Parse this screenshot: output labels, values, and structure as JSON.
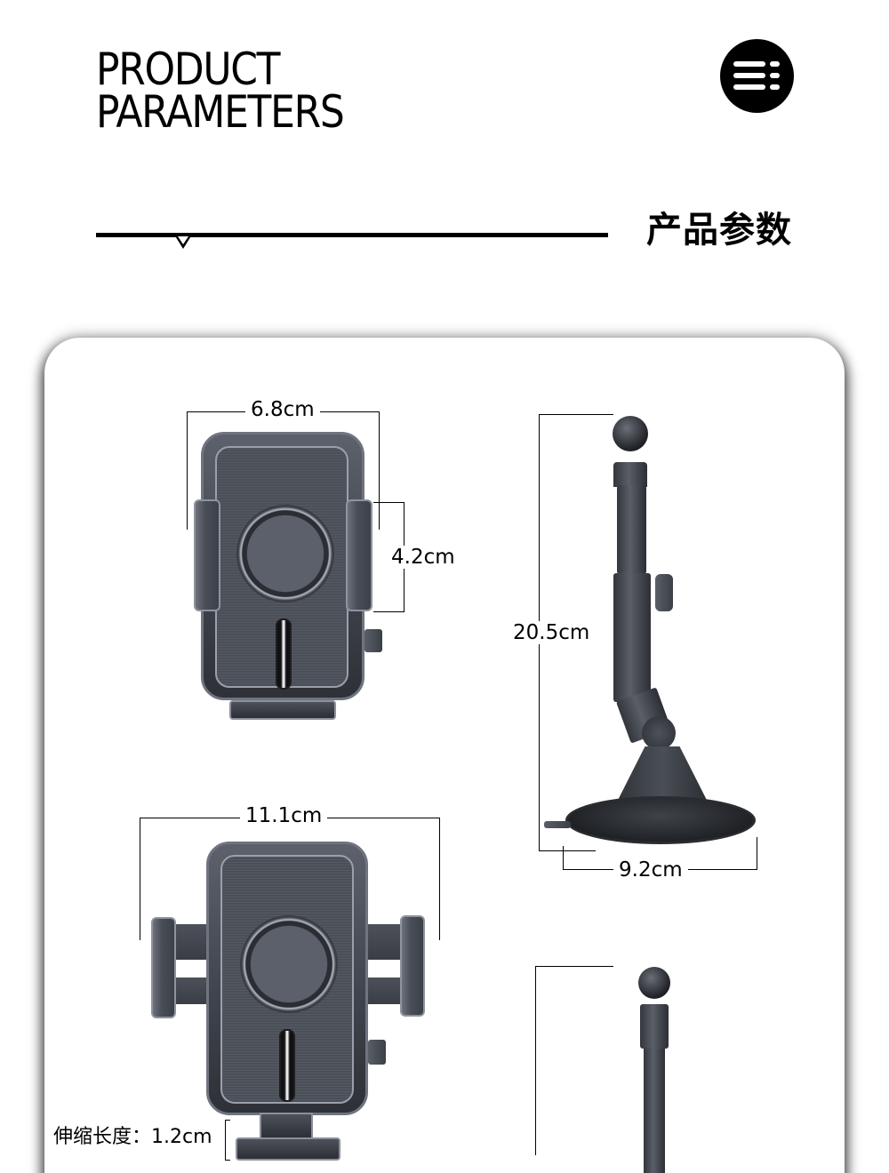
{
  "header": {
    "title_line1": "PRODUCT",
    "title_line2": "PARAMETERS",
    "subtitle_cn": "产品参数",
    "menu_icon": "menu-list-icon"
  },
  "views": {
    "front_closed": {
      "width_label": "6.8cm",
      "clamp_label": "4.2cm"
    },
    "side": {
      "height_label": "20.5cm",
      "base_label": "9.2cm"
    },
    "front_open": {
      "width_label": "11.1cm",
      "extend_label": "伸缩长度：1.2cm"
    }
  },
  "colors": {
    "text": "#000000",
    "background": "#ffffff",
    "product": "#3e424a"
  }
}
